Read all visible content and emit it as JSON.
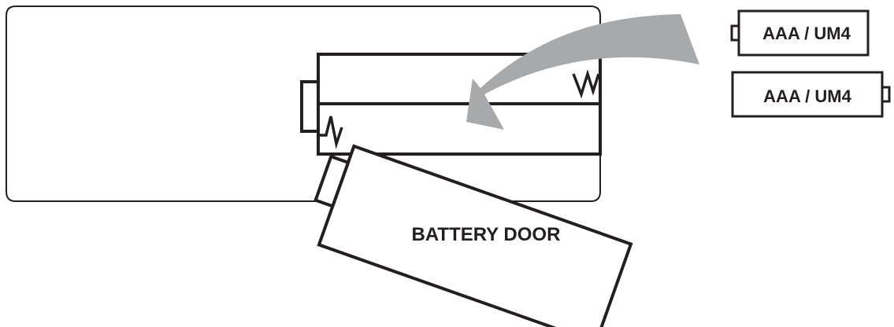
{
  "battery_labels": [
    "AAA / UM4",
    "AAA / UM4"
  ],
  "door_label": "BATTERY DOOR",
  "colors": {
    "line": "#231f20",
    "arrow": "#a7a9ab",
    "background": "#ffffff"
  }
}
